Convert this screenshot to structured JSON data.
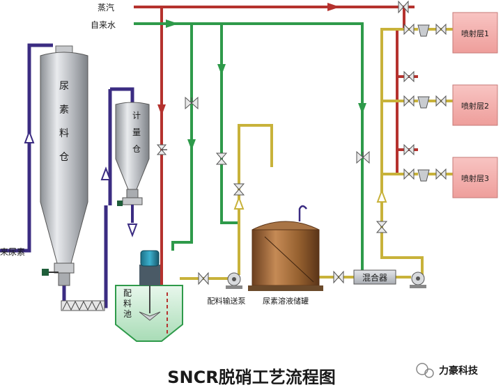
{
  "title": "SNCR脱硝工艺流程图",
  "watermark": "力豪科技",
  "inputs": {
    "steam": "蒸汽",
    "tap_water": "自来水",
    "urea_in": "来尿素"
  },
  "silo": {
    "label_chars": [
      "尿",
      "素",
      "料",
      "仓"
    ]
  },
  "meter_bin": {
    "label_chars": [
      "计",
      "量",
      "仓"
    ]
  },
  "mixing_tank": {
    "label_chars": [
      "配",
      "料",
      "池"
    ]
  },
  "dosing_pump": "配料输送泵",
  "storage_tank": "尿素溶液储罐",
  "mixer": "混合器",
  "spray_layers": [
    "喷射层1",
    "喷射层2",
    "喷射层3"
  ],
  "colors": {
    "steam": "#b5322e",
    "water": "#2e9a4a",
    "urea_feed": "#3b2c82",
    "solution": "#c8b23a",
    "spray_box": "#f2b0ae",
    "steel": "#b9bcc0"
  }
}
